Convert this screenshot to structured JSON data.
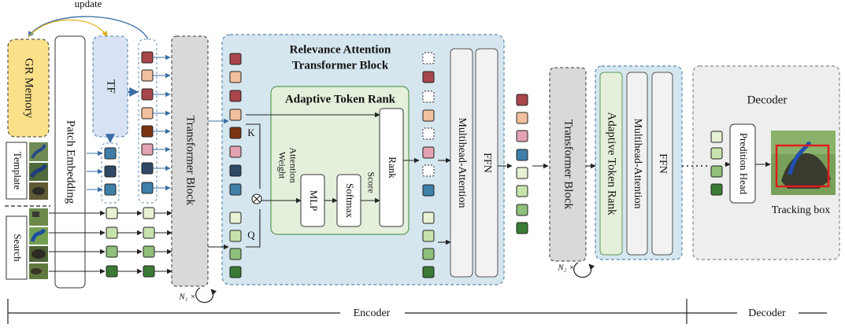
{
  "update_label": "update",
  "gr_memory": "GR Memory",
  "template_label": "Template",
  "search_label": "Search",
  "patch_embedding": "Patch   Embedding",
  "tf_label": "TF",
  "transformer_block": "Transformer Block",
  "n1_label": "N₁ ×",
  "n2_label": "N₂ ×",
  "rat_title_line1": "Relevance  Attention",
  "rat_title_line2": "Transformer Block",
  "adaptive_token_rank": "Adaptive Token Rank",
  "k_label": "K",
  "q_label": "Q",
  "attention_weight_line1": "Attention",
  "attention_weight_line2": "Weight",
  "mlp": "MLP",
  "softmax": "Softmax",
  "score": "Score",
  "rank": "Rank",
  "multihead_attention": "Multihead-Attention",
  "ffn": "FFN",
  "decoder_title": "Decoder",
  "predition_head": "Predition Head",
  "tracking_box": "Tracking box",
  "encoder_axis": "Encoder",
  "decoder_axis": "Decoder",
  "colors": {
    "c_red": "#a8464b",
    "c_peach": "#f2c09e",
    "c_brown": "#7a3410",
    "c_orange": "#e69a52",
    "c_pink": "#e3a2b2",
    "c_navy": "#2e4866",
    "c_blue": "#3f7fa8",
    "c_pale": "#e7f2d4",
    "c_light": "#c8e2ad",
    "c_mid": "#8fc07c",
    "c_dark": "#3b7a34",
    "rat_bg": "#d6e6ef",
    "atr_bg": "#e4f0db",
    "gr_bg": "#fbe08a",
    "tf_bg": "#d7e2f4"
  }
}
